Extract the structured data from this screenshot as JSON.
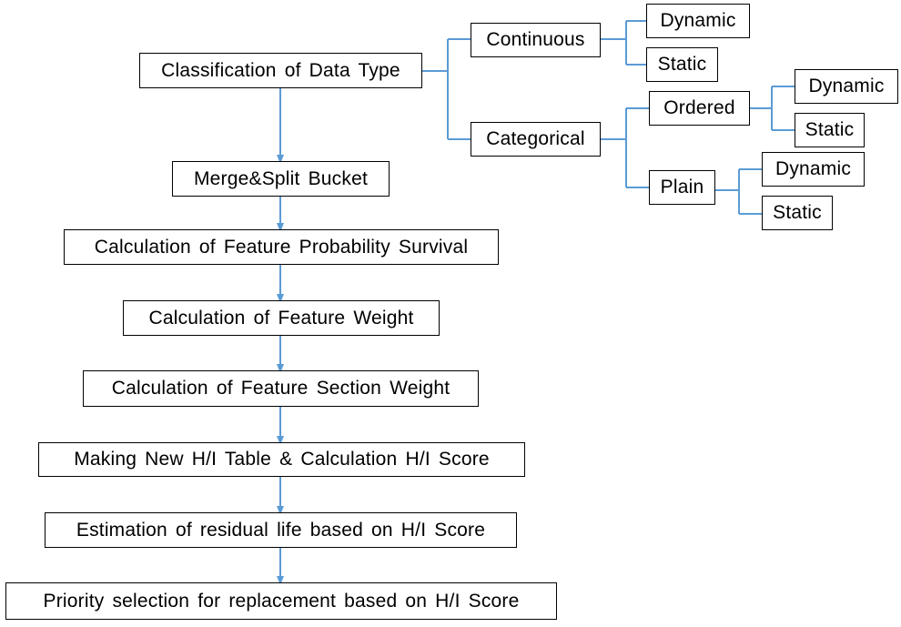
{
  "flow": {
    "step1": "Classification of Data Type",
    "step2": "Merge&Split Bucket",
    "step3": "Calculation of Feature Probability Survival",
    "step4": "Calculation of Feature Weight",
    "step5": "Calculation of Feature Section Weight",
    "step6": "Making New H/I Table & Calculation H/I Score",
    "step7": "Estimation of residual life based on H/I Score",
    "step8": "Priority selection for replacement based on H/I Score"
  },
  "tree": {
    "continuous": {
      "label": "Continuous",
      "dynamic": "Dynamic",
      "static": "Static"
    },
    "categorical": {
      "label": "Categorical",
      "ordered": {
        "label": "Ordered",
        "dynamic": "Dynamic",
        "static": "Static"
      },
      "plain": {
        "label": "Plain",
        "dynamic": "Dynamic",
        "static": "Static"
      }
    }
  },
  "colors": {
    "connector": "#5b9bd5",
    "border": "#000000"
  }
}
